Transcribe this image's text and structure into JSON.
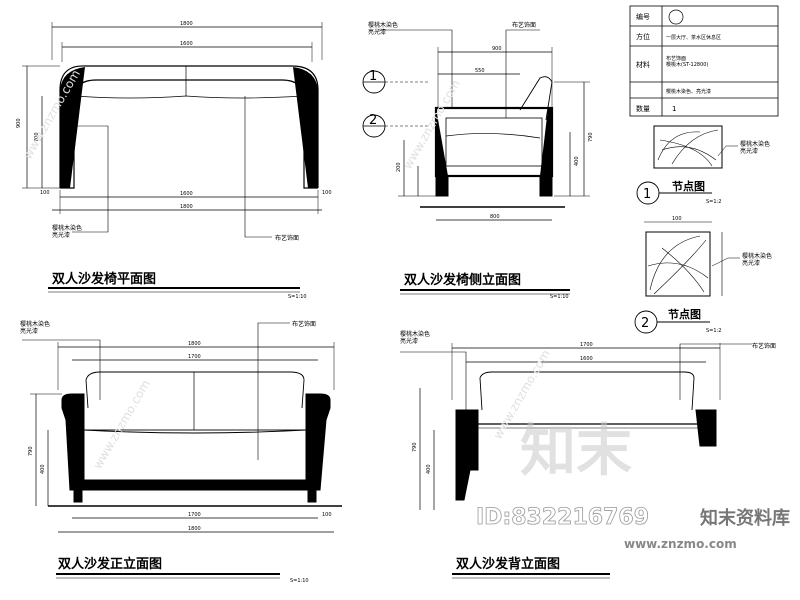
{
  "views": {
    "plan": {
      "title": "双人沙发椅平面图",
      "scale": "S=1:10",
      "dims": {
        "top_outer": "1800",
        "top_inner": "1600",
        "bot_inner": "1600",
        "bot_outer": "1800",
        "left_total": "900",
        "left_sub": "700",
        "corner_l": "100",
        "corner_r": "100"
      },
      "labels": {
        "finish": "樱桃木染色\n亮光漆",
        "fabric": "布艺饰面"
      }
    },
    "side": {
      "title": "双人沙发椅侧立面图",
      "scale": "S=1:10",
      "dims": {
        "top": "900",
        "mid": "550",
        "right_h1": "790",
        "right_h2": "400",
        "base": "800",
        "left_h": "200"
      },
      "labels": {
        "finish": "樱桃木染色\n亮光漆",
        "fabric": "布艺饰面"
      }
    },
    "front": {
      "title": "双人沙发正立面图",
      "scale": "S=1:10",
      "dims": {
        "top_outer": "1800",
        "top_inner": "1700",
        "bot_inner": "1700",
        "bot_outer": "1800",
        "left_h1": "790",
        "left_h2": "400",
        "foot": "100"
      },
      "labels": {
        "finish": "樱桃木染色\n亮光漆",
        "fabric": "布艺饰面"
      }
    },
    "back": {
      "title": "双人沙发背立面图",
      "scale": "",
      "dims": {
        "top_outer": "1700",
        "top_inner": "1600",
        "left_h1": "790",
        "left_h2": "400"
      },
      "labels": {
        "finish": "樱桃木染色\n亮光漆",
        "fabric": "布艺饰面"
      }
    }
  },
  "section_markers": [
    "1",
    "2"
  ],
  "table": {
    "rows": [
      {
        "k": "编号",
        "v": ""
      },
      {
        "k": "方位",
        "v": "一层大厅、茶水区休息区"
      },
      {
        "k": "材料",
        "v": "布艺饰面\n樱桃木(ST-12800)"
      },
      {
        "k": "",
        "v": "樱桃木染色、亮光漆"
      },
      {
        "k": "数量",
        "v": "1"
      }
    ]
  },
  "nodes": [
    {
      "label": "节点图",
      "number": "1",
      "scale": "S=1:2",
      "note": "樱桃木染色\n亮光漆"
    },
    {
      "label": "节点图",
      "number": "2",
      "scale": "S=1:2",
      "note": "樱桃木染色\n亮光漆",
      "dim": "100"
    }
  ],
  "watermarks": {
    "logo": "知末",
    "id": "ID:832216769",
    "brand": "知末资料库",
    "url": "www.znzmo.com"
  }
}
